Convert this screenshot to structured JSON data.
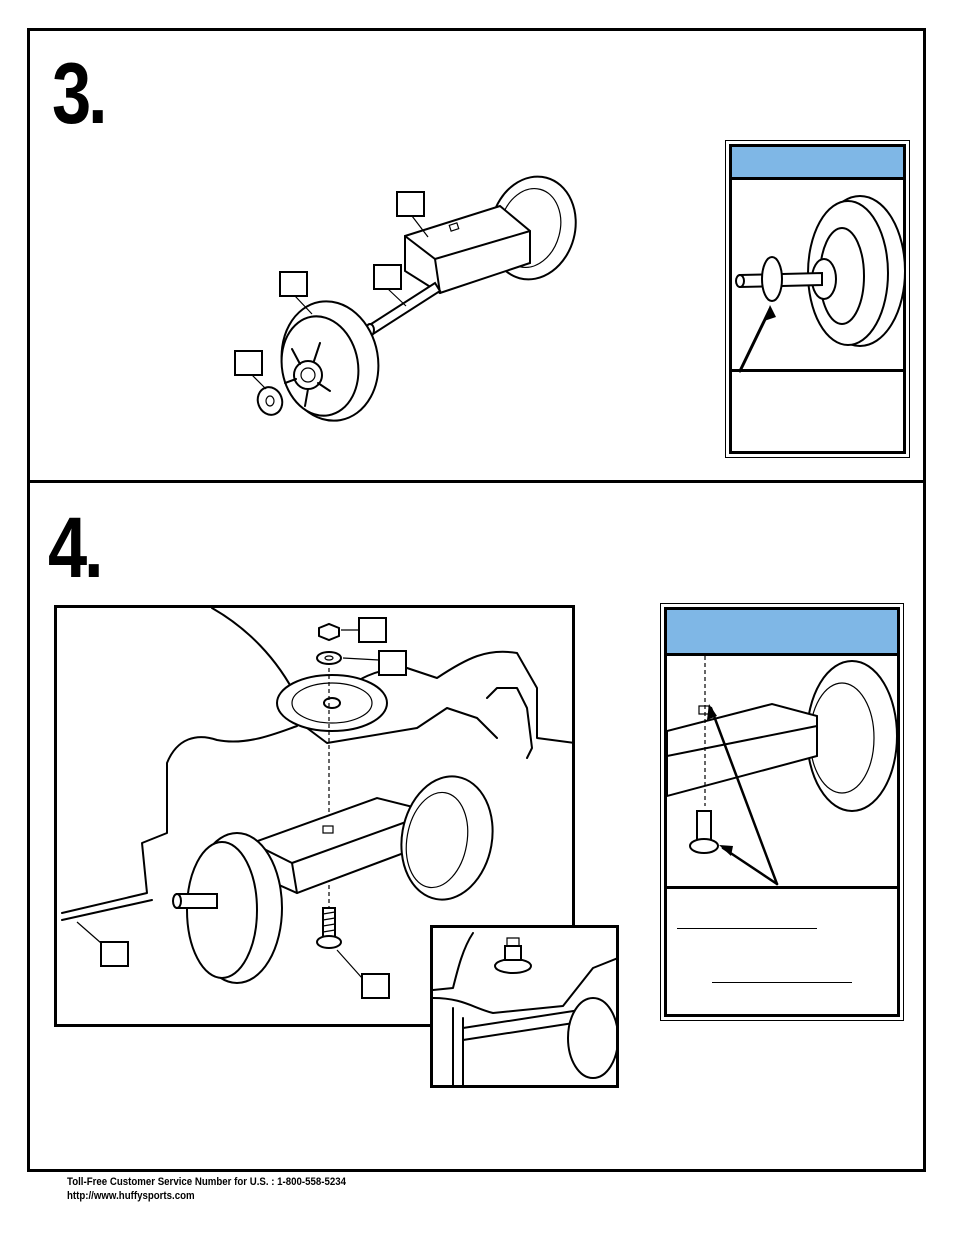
{
  "steps": {
    "step3": {
      "number": "3."
    },
    "step4": {
      "number": "4."
    }
  },
  "footer": {
    "service_line": "Toll-Free Customer Service Number for U.S. : 1-800-558-5234",
    "website": "http://www.huffysports.com"
  },
  "colors": {
    "callout_header": "#7fb7e6",
    "line": "#000000"
  }
}
